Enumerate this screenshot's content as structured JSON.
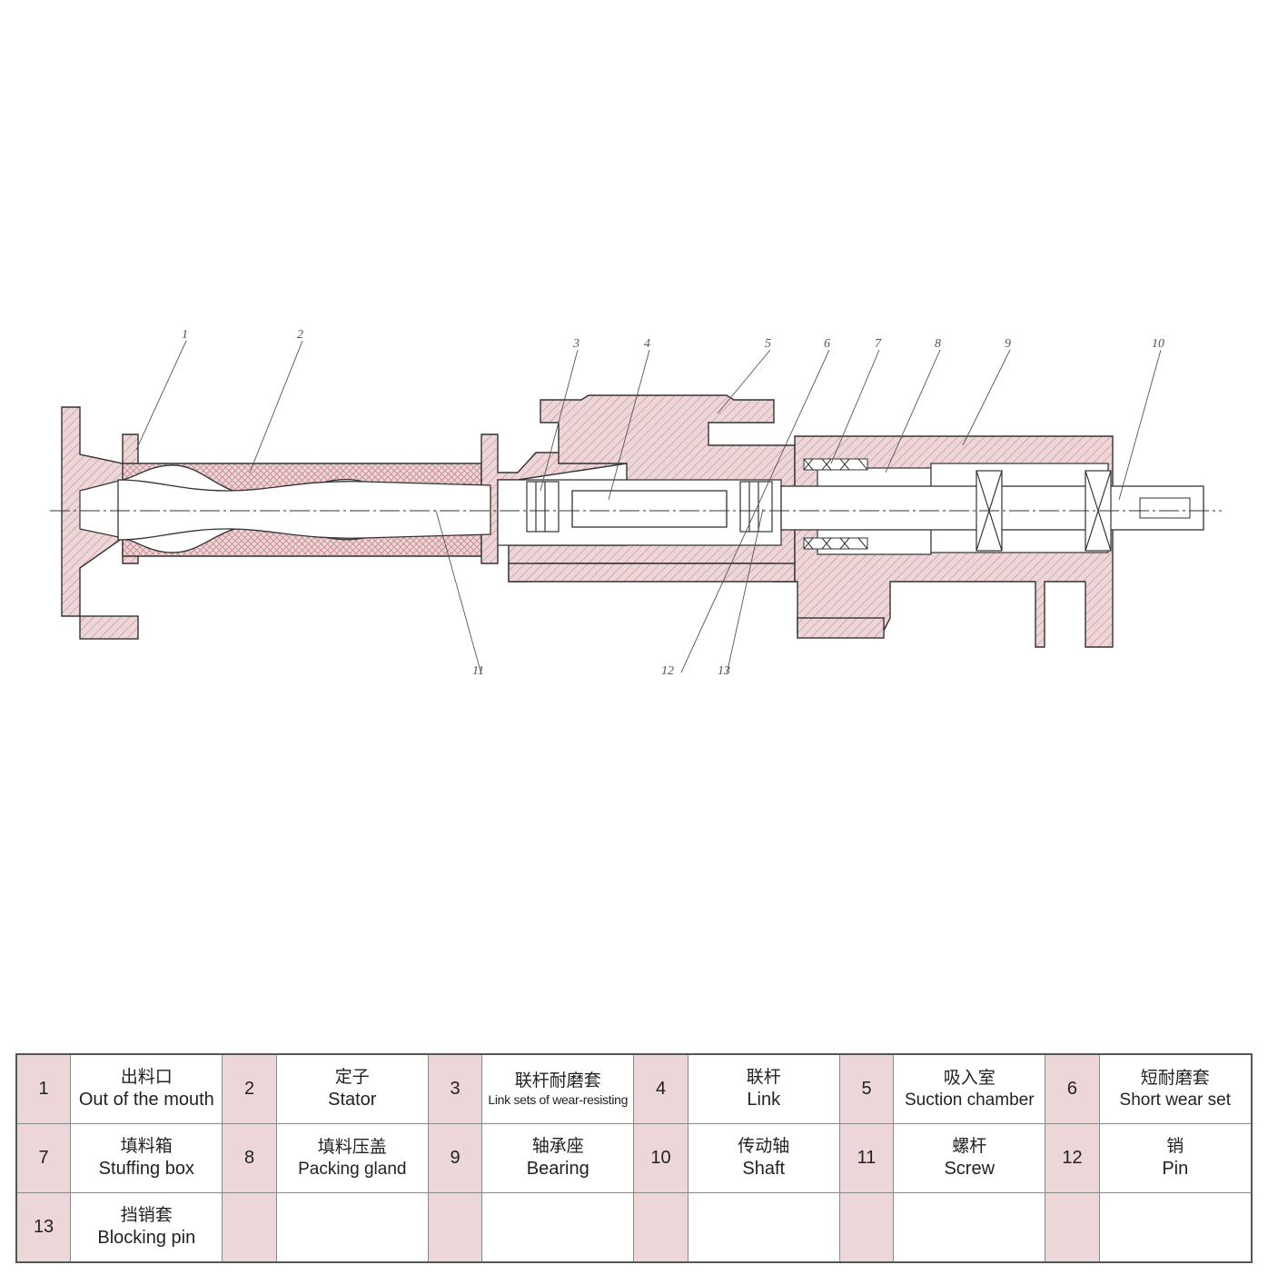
{
  "callouts": [
    "1",
    "2",
    "3",
    "4",
    "5",
    "6",
    "7",
    "8",
    "9",
    "10",
    "11",
    "12",
    "13"
  ],
  "colors": {
    "section_fill": "#ecd6d8",
    "hatch": "#c98a90",
    "line": "#333333"
  },
  "parts": [
    {
      "num": "1",
      "zh": "出料口",
      "en": "Out of the mouth"
    },
    {
      "num": "2",
      "zh": "定子",
      "en": "Stator"
    },
    {
      "num": "3",
      "zh": "联杆耐磨套",
      "en": "Link sets of wear-resisting"
    },
    {
      "num": "4",
      "zh": "联杆",
      "en": "Link"
    },
    {
      "num": "5",
      "zh": "吸入室",
      "en": "Suction chamber"
    },
    {
      "num": "6",
      "zh": "短耐磨套",
      "en": "Short wear set"
    },
    {
      "num": "7",
      "zh": "填料箱",
      "en": "Stuffing box"
    },
    {
      "num": "8",
      "zh": "填料压盖",
      "en": "Packing gland"
    },
    {
      "num": "9",
      "zh": "轴承座",
      "en": "Bearing"
    },
    {
      "num": "10",
      "zh": "传动轴",
      "en": "Shaft"
    },
    {
      "num": "11",
      "zh": "螺杆",
      "en": "Screw"
    },
    {
      "num": "12",
      "zh": "销",
      "en": "Pin"
    },
    {
      "num": "13",
      "zh": "挡销套",
      "en": "Blocking pin"
    }
  ]
}
